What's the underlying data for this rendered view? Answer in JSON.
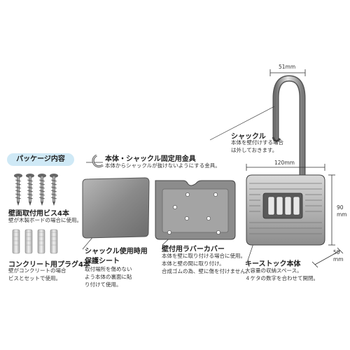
{
  "package_label": "パッケージ内容",
  "clip": {
    "title": "本体・シャックル固定用金具",
    "note": "本体からシャックルが抜けないようにする金具。"
  },
  "shackle": {
    "title": "シャックル",
    "note": [
      "本体を壁付けする場合",
      "は外しておきます。"
    ],
    "dim": "51mm"
  },
  "screws": {
    "title": "壁面取付用ビス4本",
    "note": "壁が木製ボードの場合に使用。"
  },
  "plugs": {
    "title": "コンクリート用プラグ4本",
    "note": [
      "壁がコンクリートの場合",
      "ビスとセットで使用。"
    ]
  },
  "sheet": {
    "title": [
      "シャックル使用時用",
      "保護シート"
    ],
    "note": [
      "取付場所を傷めない",
      "よう本体の裏面に貼",
      "り付けて使用。"
    ]
  },
  "rubber": {
    "title": "壁付用ラバーカバー",
    "note": [
      "本体を壁に取り付ける場合に使用。",
      "本体と壁の間に取り付け。",
      "合成ゴムの為、壁に傷を付けません。"
    ]
  },
  "body": {
    "title": "キーストック本体",
    "note": [
      "大容量の収納スペース。",
      "４ケタの数字を合わせて開閉。"
    ],
    "dim_width": "120mm",
    "dim_height": [
      "90",
      "mm"
    ],
    "dim_depth": [
      "50",
      "mm"
    ]
  },
  "colors": {
    "accent": "#cfe9f6",
    "metal": "#9a9a9a",
    "rubber": "#8c8c8c",
    "sheet": "#8e8e8e"
  }
}
